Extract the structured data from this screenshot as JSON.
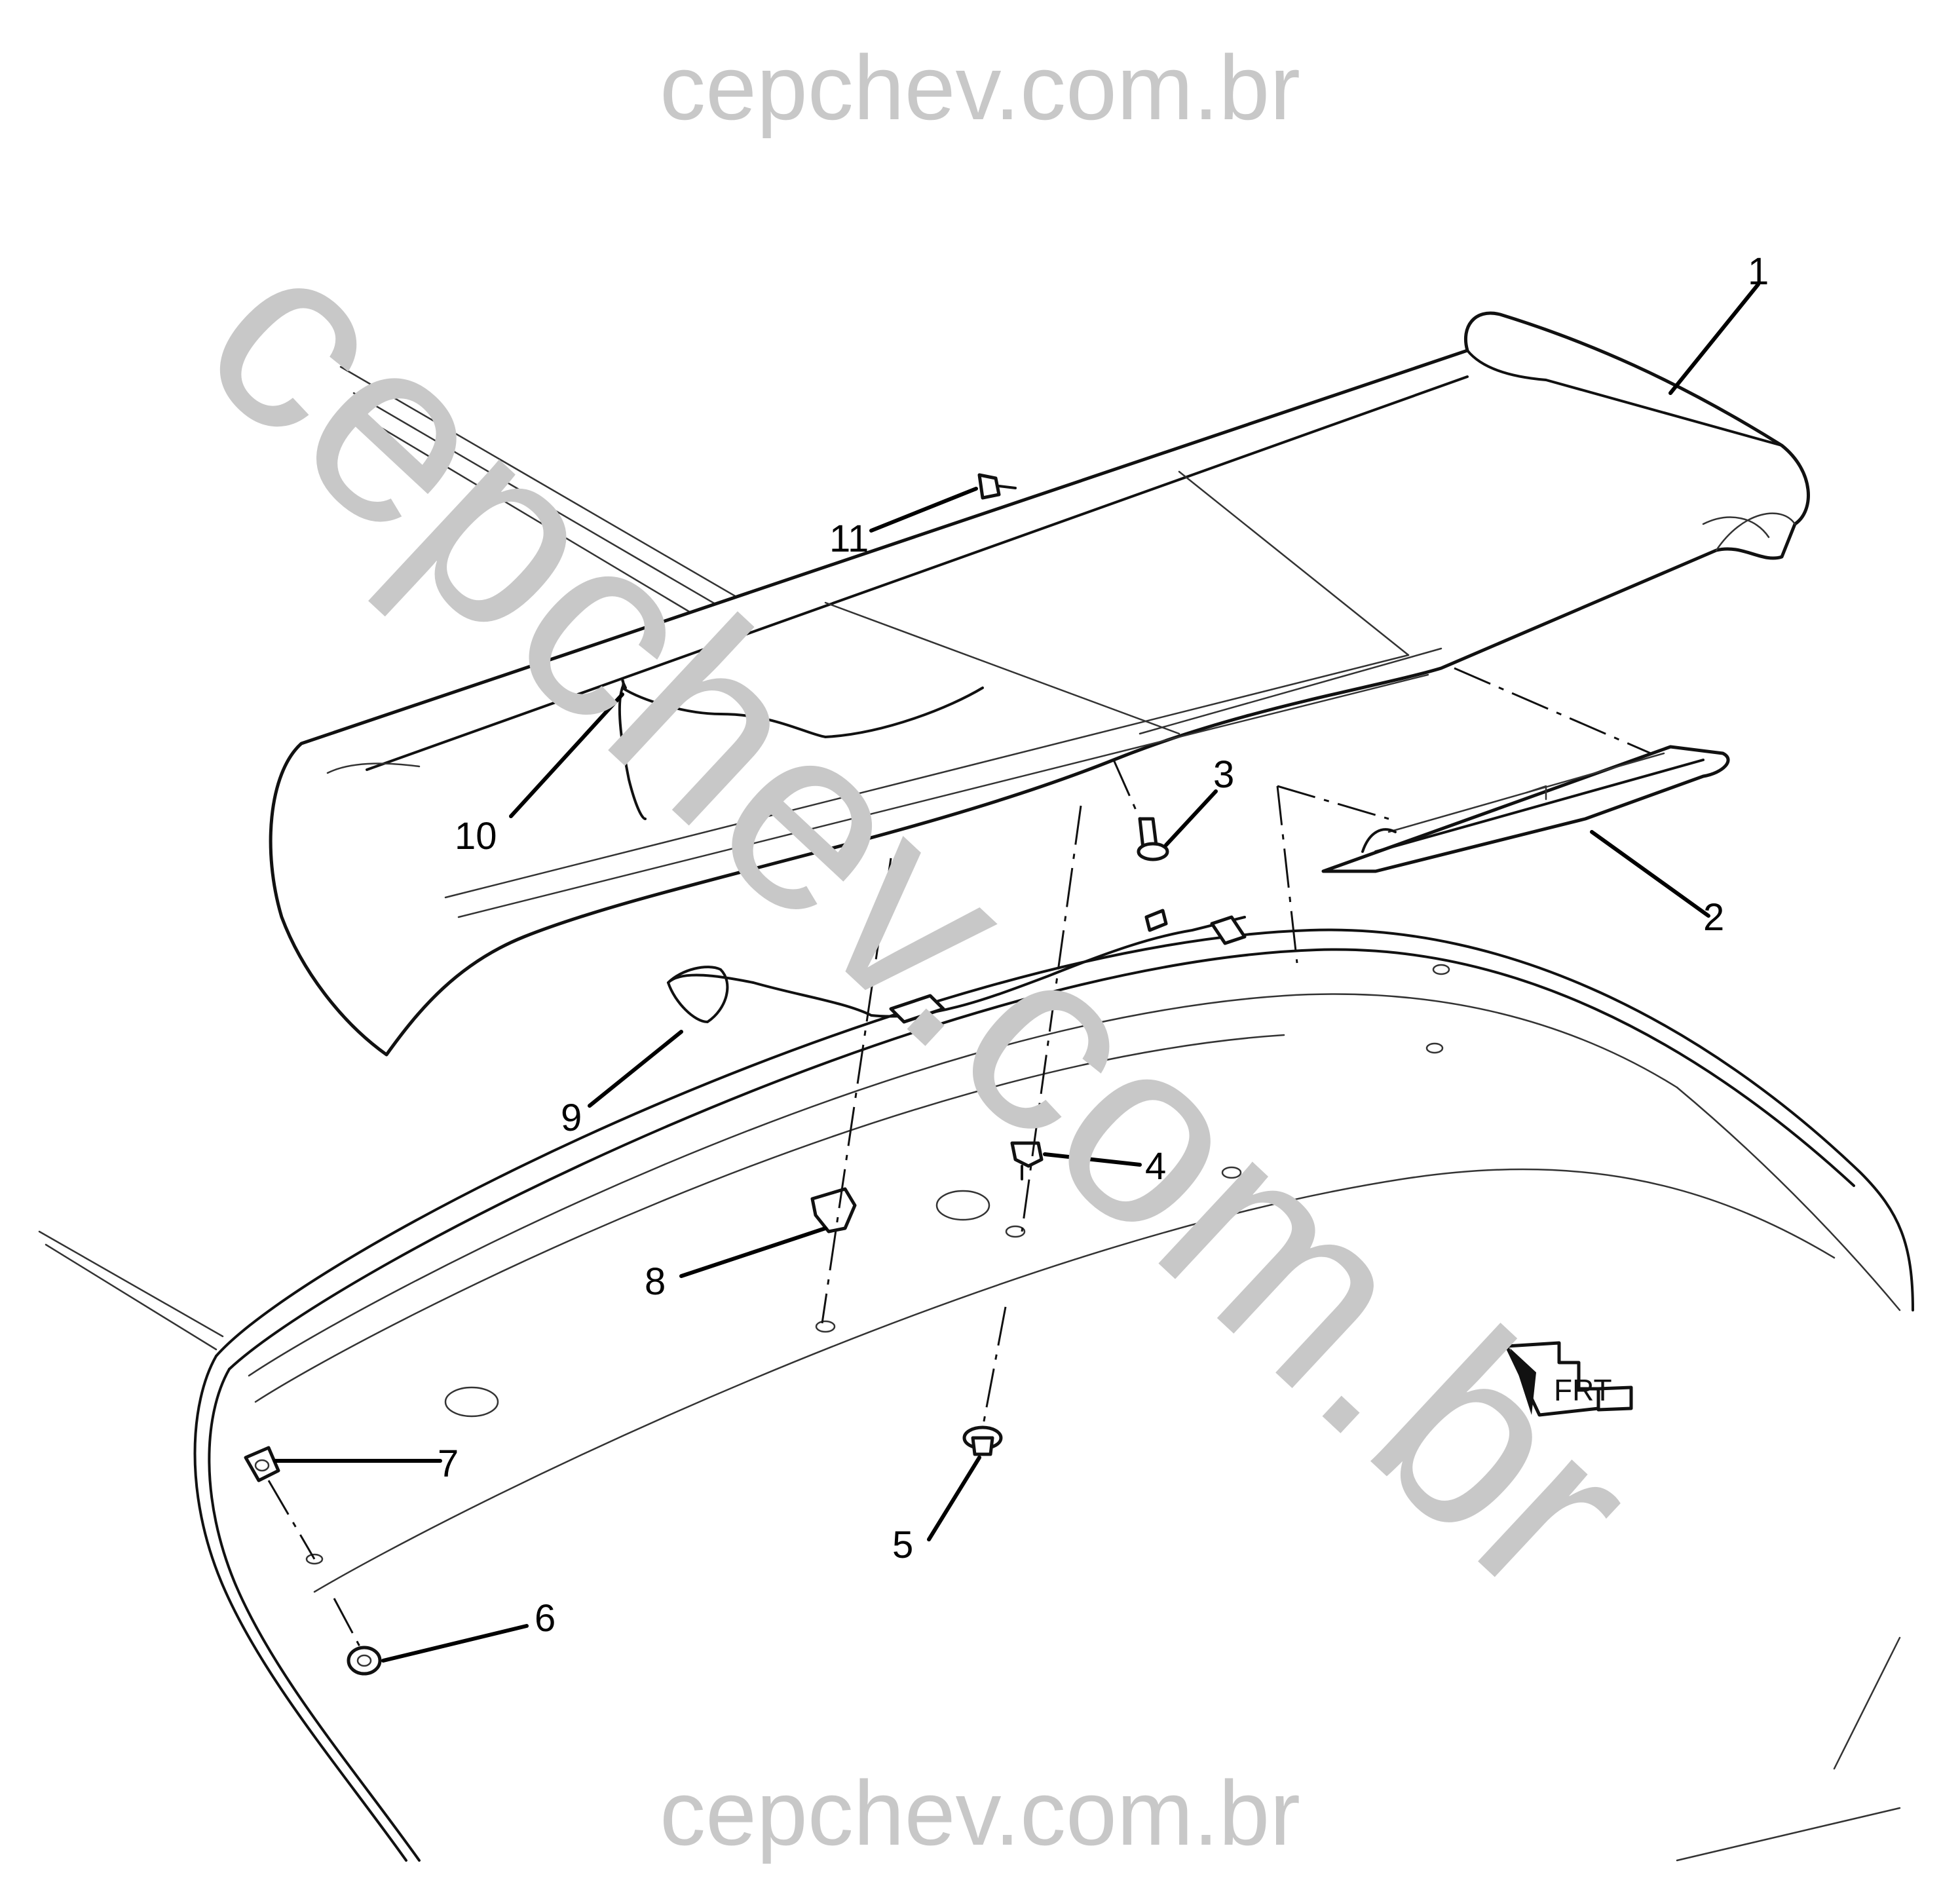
{
  "watermarks": {
    "top": "cepchev.com.br",
    "bottom": "cepchev.com.br",
    "diagonal": "cepchev.com.br"
  },
  "callouts": [
    {
      "id": "1",
      "label": "1"
    },
    {
      "id": "2",
      "label": "2"
    },
    {
      "id": "3",
      "label": "3"
    },
    {
      "id": "4",
      "label": "4"
    },
    {
      "id": "5",
      "label": "5"
    },
    {
      "id": "6",
      "label": "6"
    },
    {
      "id": "7",
      "label": "7"
    },
    {
      "id": "8",
      "label": "8"
    },
    {
      "id": "9",
      "label": "9"
    },
    {
      "id": "10",
      "label": "10"
    },
    {
      "id": "11",
      "label": "11"
    }
  ],
  "orientation": {
    "label": "FRT"
  },
  "colors": {
    "line": "#111111",
    "watermark": "#c8c8c8",
    "background": "#ffffff"
  }
}
